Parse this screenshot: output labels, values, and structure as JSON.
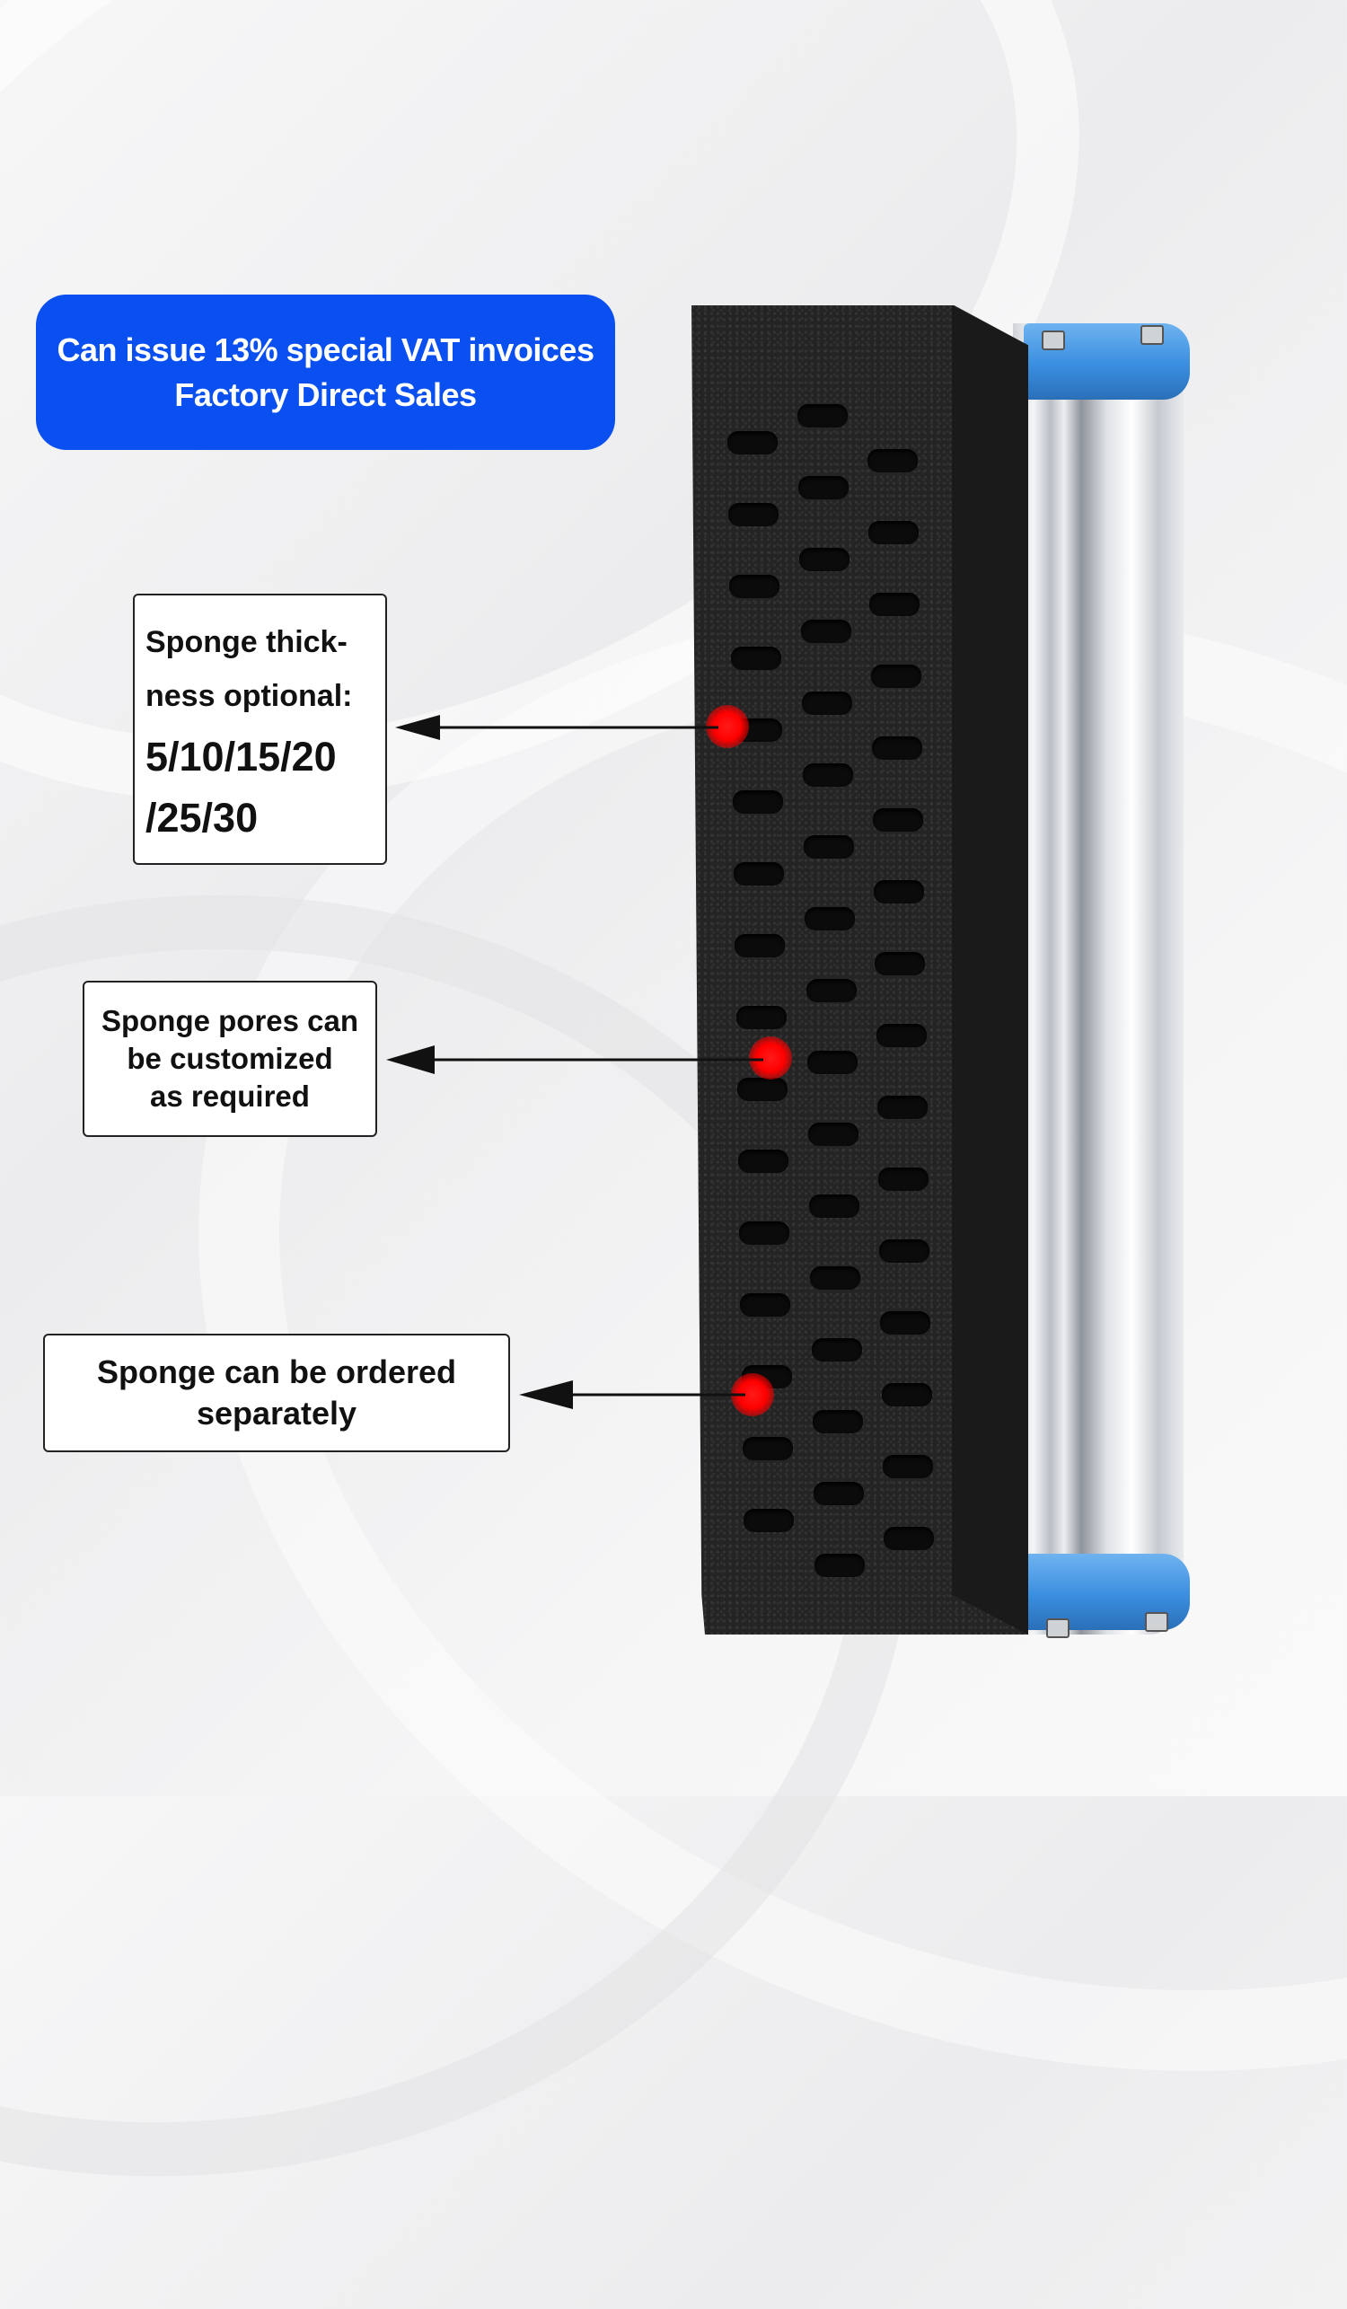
{
  "banner": {
    "line1": "Can issue 13% special VAT invoices",
    "line2": "Factory Direct Sales",
    "color": "#0a4ff0"
  },
  "callouts": {
    "thickness": {
      "line1": "Sponge thick-",
      "line2": "ness optional:",
      "line3": "5/10/15/20",
      "line4": "/25/30"
    },
    "pores": {
      "line1": "Sponge pores can",
      "line2": "be customized",
      "line3": "as required"
    },
    "order": {
      "line1": "Sponge can be ordered",
      "line2": "separately"
    }
  },
  "colors": {
    "marker": "#ff0000",
    "sponge": "#242424",
    "cap": "#3a8ee0"
  }
}
